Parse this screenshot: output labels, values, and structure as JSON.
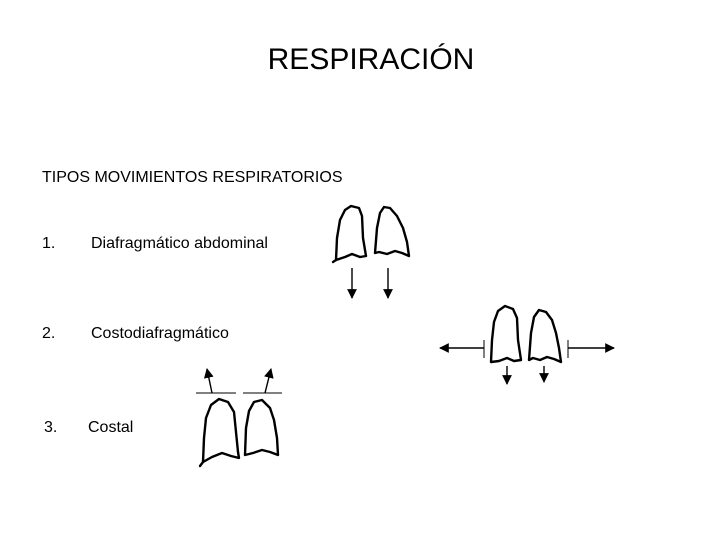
{
  "title": "RESPIRACIÓN",
  "subtitle": "TIPOS MOVIMIENTOS RESPIRATORIOS",
  "items": [
    {
      "number": "1.",
      "label": "Diafragmático abdominal"
    },
    {
      "number": "2.",
      "label": "Costodiafragmático"
    },
    {
      "number": "3.",
      "label": "Costal"
    }
  ],
  "icons": {
    "diagram_1": "lungs-diaphragm-down-icon",
    "diagram_2": "lungs-lateral-and-down-icon",
    "diagram_3": "lungs-ribs-up-out-icon"
  },
  "colors": {
    "background": "#ffffff",
    "text": "#000000"
  }
}
